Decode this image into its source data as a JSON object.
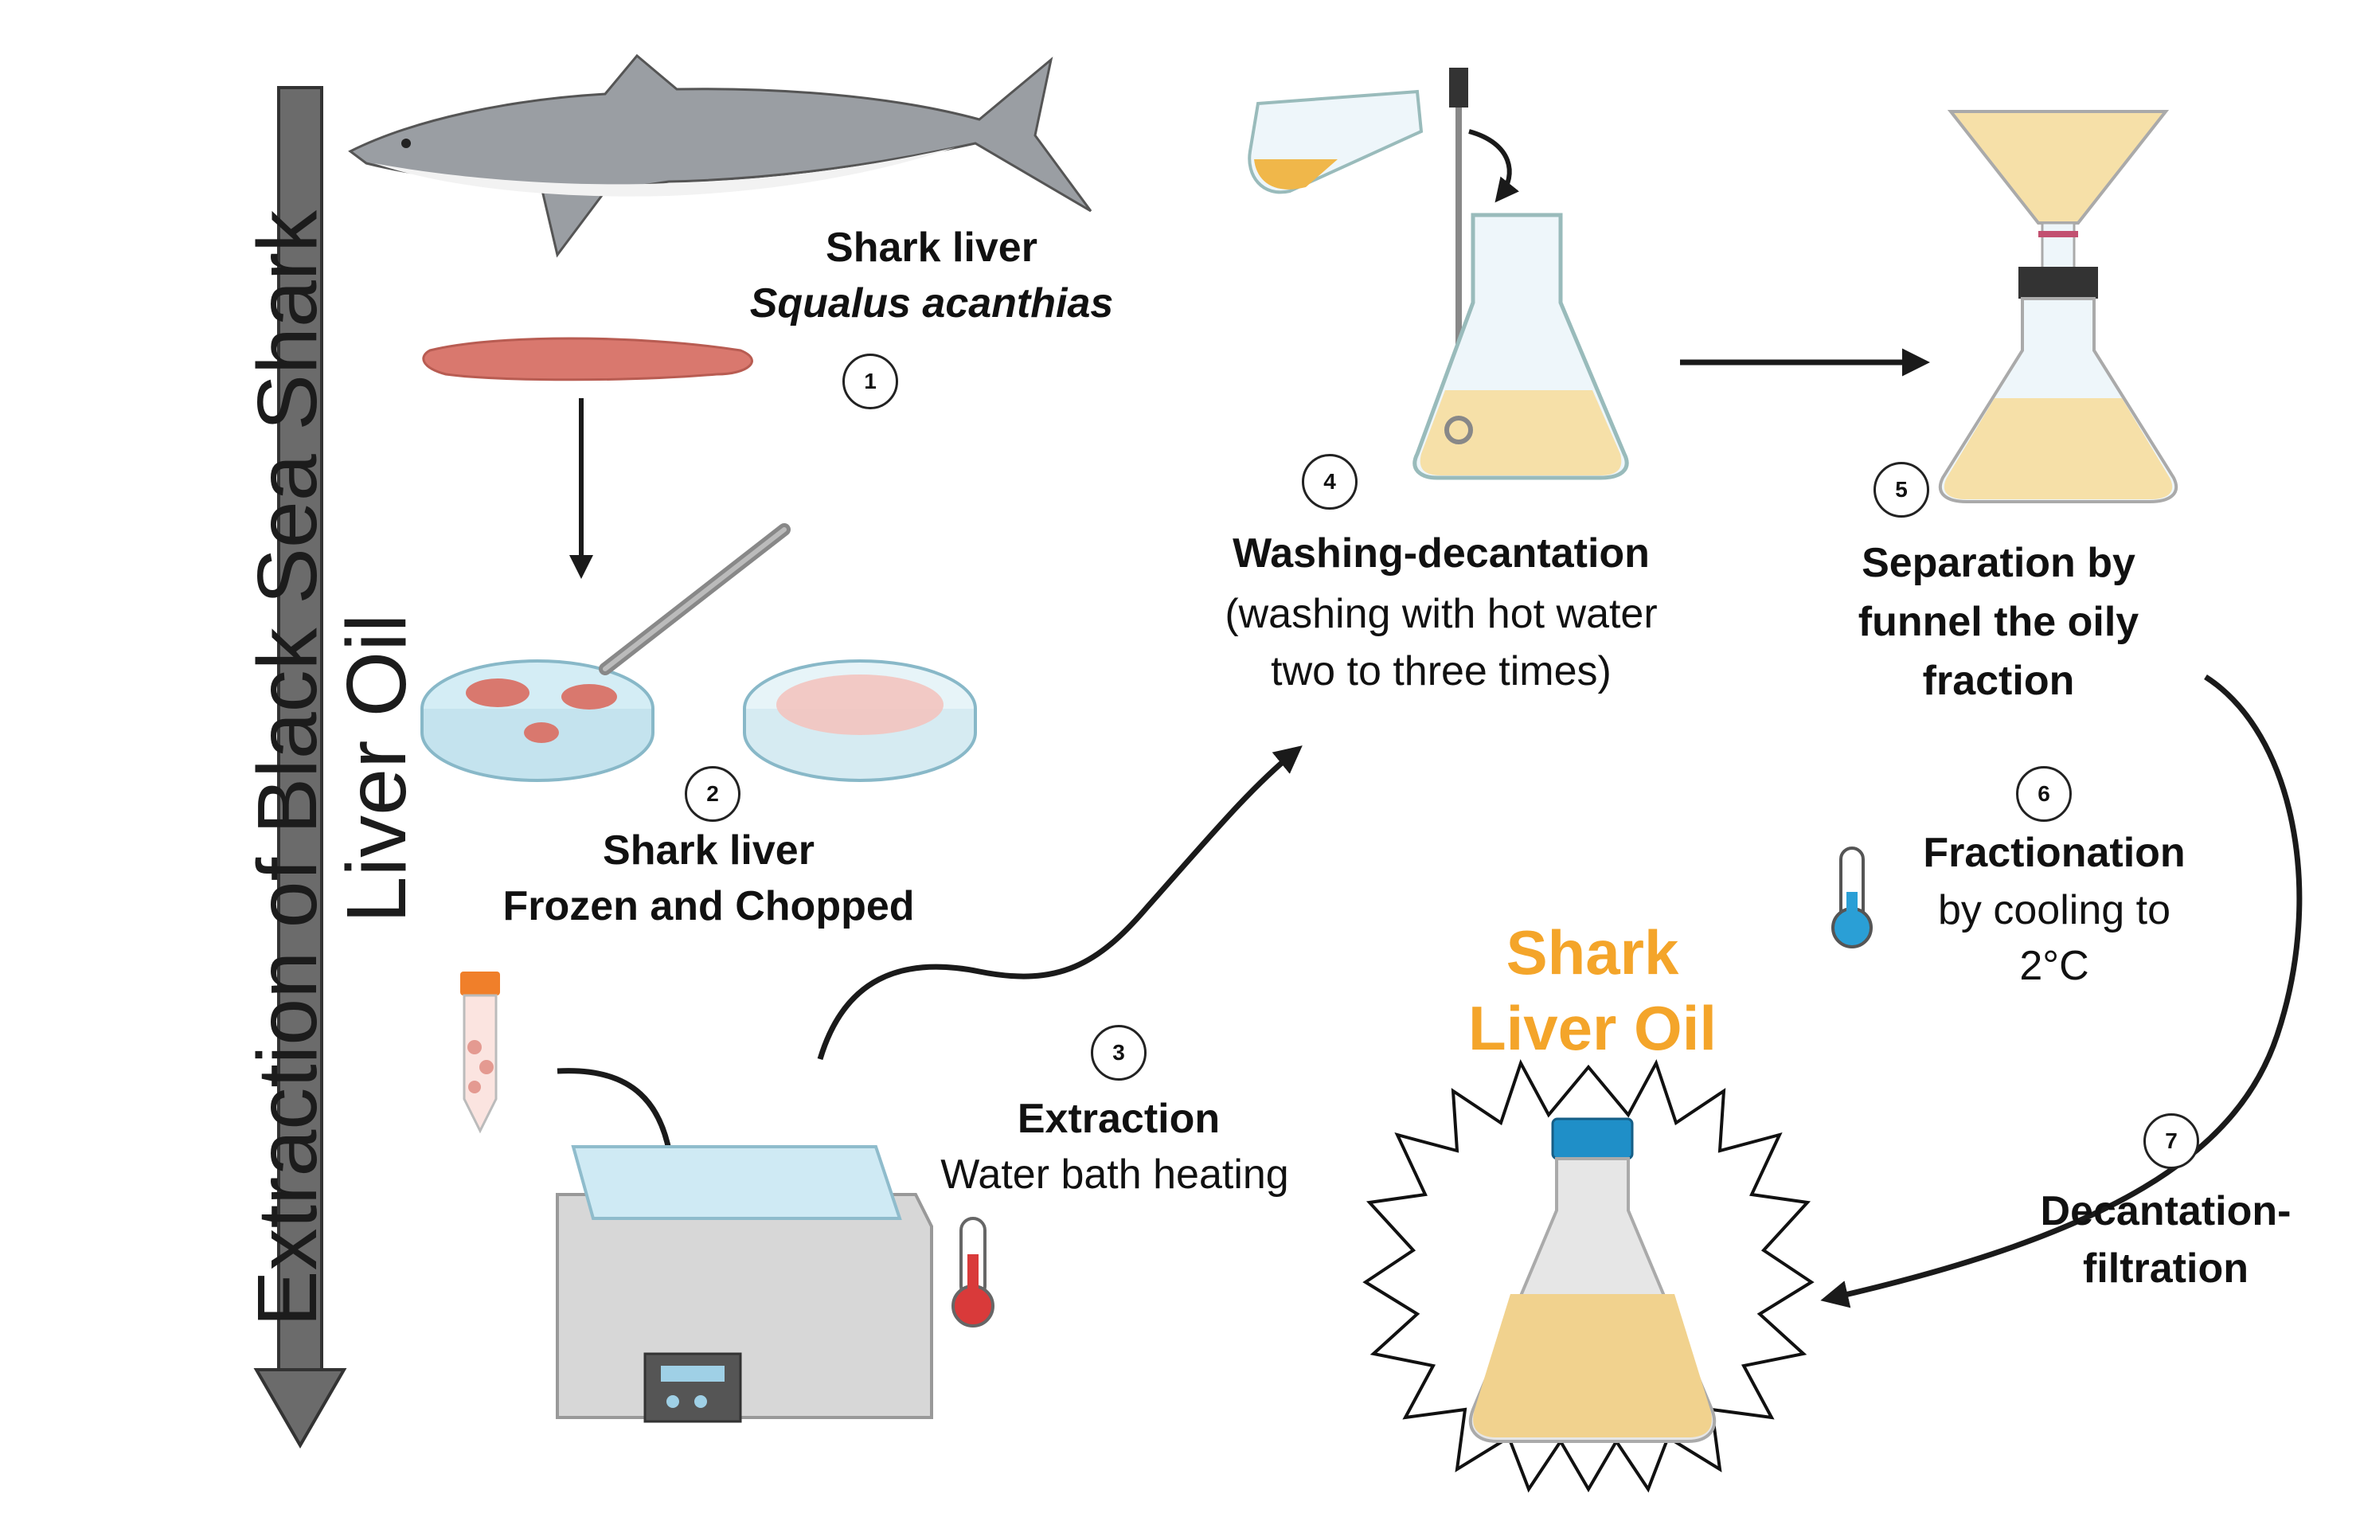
{
  "title": {
    "line1": "Extraction of Black Sea  Shark",
    "line2": "Liver Oil"
  },
  "steps": [
    {
      "number": "1",
      "line1": "Shark liver",
      "line2": "Squalus acanthias"
    },
    {
      "number": "2",
      "line1": "Shark liver",
      "line2": "Frozen and Chopped"
    },
    {
      "number": "3",
      "line1": "Extraction",
      "line2": "Water bath heating"
    },
    {
      "number": "4",
      "line1": "Washing-decantation",
      "line2": "(washing with hot water",
      "line3": "two to three times)"
    },
    {
      "number": "5",
      "line1": "Separation by",
      "line2": "funnel the oily",
      "line3": "fraction"
    },
    {
      "number": "6",
      "line1": "Fractionation",
      "line2": "by cooling to",
      "line3": "2°C"
    },
    {
      "number": "7",
      "line1": "Decantation-",
      "line2": "filtration"
    }
  ],
  "product": {
    "line1": "Shark",
    "line2": "Liver Oil"
  },
  "colors": {
    "accent_orange": "#f4a52a",
    "arrow": "#1a1a1a",
    "big_arrow": "#6b6b6b",
    "liver": "#d9786e",
    "oil": "#f1d28e",
    "cap_blue": "#1f8fc8",
    "thermo_red": "#d93a3a",
    "thermo_blue": "#2a9fd6"
  },
  "icons": [
    "shark-icon",
    "liver-icon",
    "petri-dish-icon",
    "scalpel-icon",
    "tube-icon",
    "water-bath-icon",
    "flask-icon",
    "funnel-icon",
    "thermometer-icon",
    "oil-bottle-icon",
    "starburst-icon"
  ]
}
